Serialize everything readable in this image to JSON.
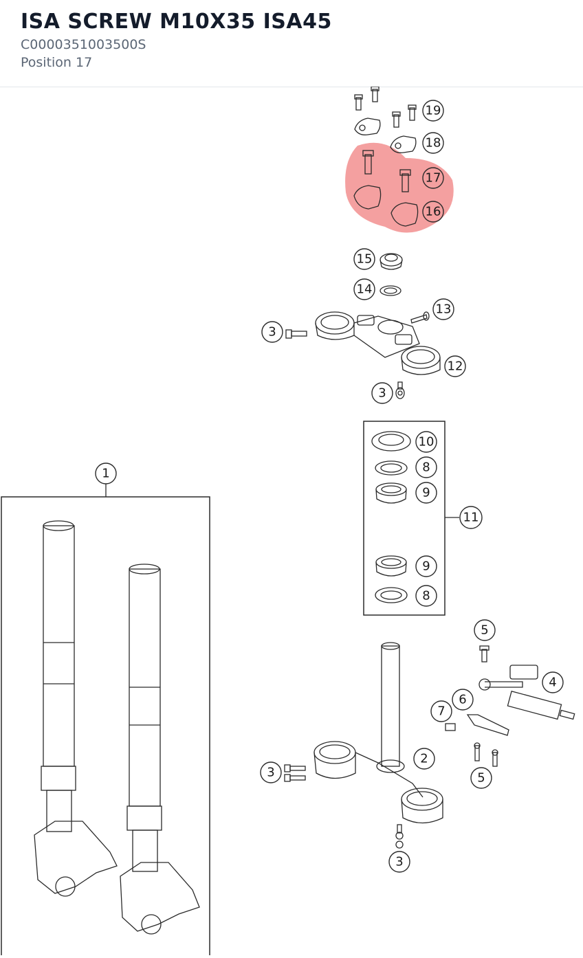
{
  "header": {
    "title": "ISA SCREW M10X35 ISA45",
    "part_number": "C0000351003500S",
    "position": "Position 17"
  },
  "diagram": {
    "highlight_color": "#f08080",
    "callouts": [
      "19",
      "18",
      "17",
      "16",
      "15",
      "14",
      "13",
      "3",
      "12",
      "3",
      "10",
      "8",
      "9",
      "11",
      "9",
      "8",
      "1",
      "5",
      "4",
      "6",
      "7",
      "2",
      "3",
      "5",
      "3"
    ]
  }
}
